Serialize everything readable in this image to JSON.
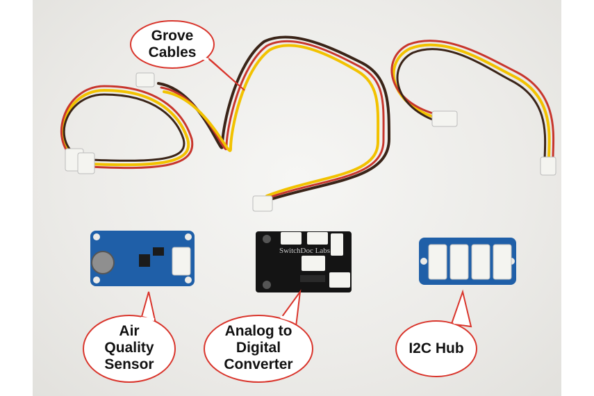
{
  "image": {
    "description_labels": [
      {
        "id": "grove-cables",
        "text_lines": [
          "Grove",
          "Cables"
        ]
      },
      {
        "id": "air-quality-sensor",
        "text_lines": [
          "Air",
          "Quality",
          "Sensor"
        ]
      },
      {
        "id": "adc",
        "text_lines": [
          "Analog to",
          "Digital",
          "Converter"
        ]
      },
      {
        "id": "i2c-hub",
        "text_lines": [
          "I2C Hub"
        ]
      }
    ],
    "board_silkscreen": {
      "adc_brand": "SwitchDoc Labs"
    },
    "colors": {
      "bubble_stroke": "#d9342b",
      "sensor_board": "#1f5fa8",
      "hub_board": "#1f5fa8",
      "adc_board": "#141414",
      "wire_yellow": "#f2c200",
      "wire_red": "#c8362d",
      "wire_brown": "#3a2418"
    }
  }
}
